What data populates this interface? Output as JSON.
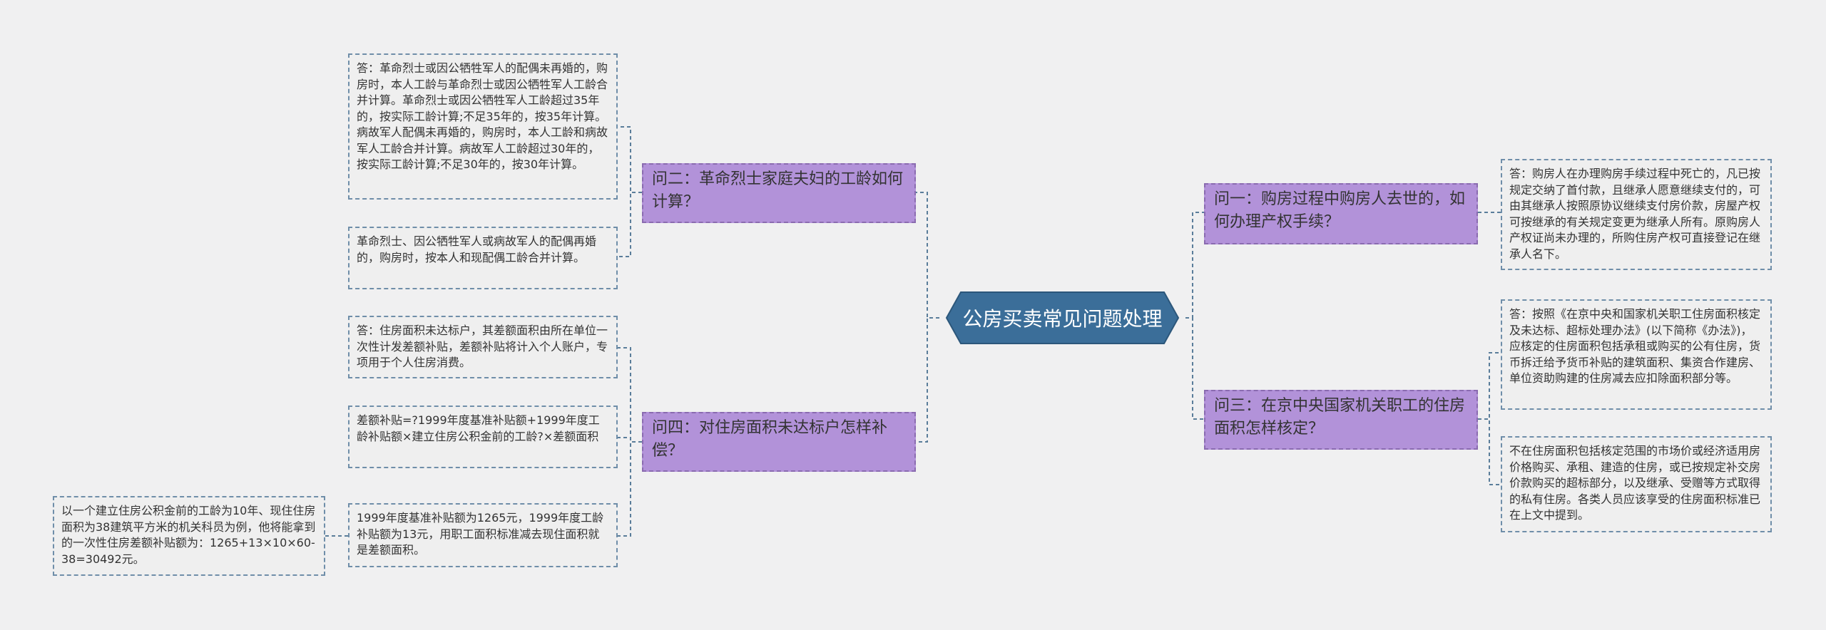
{
  "root": {
    "label": "公房买卖常见问题处理"
  },
  "questions": [
    {
      "id": "q1",
      "text": "问一：购房过程中购房人去世的，如何办理产权手续？"
    },
    {
      "id": "q2",
      "text": "问二：革命烈士家庭夫妇的工龄如何计算？"
    },
    {
      "id": "q3",
      "text": "问三：在京中央国家机关职工的住房面积怎样核定？"
    },
    {
      "id": "q4",
      "text": "问四：对住房面积未达标户怎样补偿？"
    }
  ],
  "answers": [
    {
      "id": "a1",
      "text": "答：购房人在办理购房手续过程中死亡的，凡已按规定交纳了首付款，且继承人愿意继续支付的，可由其继承人按照原协议继续支付房价款，房屋产权可按继承的有关规定变更为继承人所有。原购房人产权证尚未办理的，所购住房产权可直接登记在继承人名下。"
    },
    {
      "id": "a2",
      "text": "答：革命烈士或因公牺牲军人的配偶未再婚的，购房时，本人工龄与革命烈士或因公牺牲军人工龄合并计算。革命烈士或因公牺牲军人工龄超过35年的，按实际工龄计算;不足35年的，按35年计算。病故军人配偶未再婚的，购房时，本人工龄和病故军人工龄合并计算。病故军人工龄超过30年的，按实际工龄计算;不足30年的，按30年计算。"
    },
    {
      "id": "a3",
      "text": "革命烈士、因公牺牲军人或病故军人的配偶再婚的，购房时，按本人和现配偶工龄合并计算。"
    },
    {
      "id": "a4",
      "text": "答：按照《在京中央和国家机关职工住房面积核定及未达标、超标处理办法》(以下简称《办法》)，应核定的住房面积包括承租或购买的公有住房，货币拆迁给予货币补贴的建筑面积、集资合作建房、单位资助购建的住房减去应扣除面积部分等。"
    },
    {
      "id": "a5",
      "text": "不在住房面积包括核定范围的市场价或经济适用房价格购买、承租、建造的住房，或已按规定补交房价款购买的超标部分，以及继承、受赠等方式取得的私有住房。各类人员应该享受的住房面积标准已在上文中提到。"
    },
    {
      "id": "a6",
      "text": "答：住房面积未达标户，其差额面积由所在单位一次性计发差额补贴，差额补贴将计入个人账户，专项用于个人住房消费。"
    },
    {
      "id": "a7",
      "text": "差额补贴=?1999年度基准补贴额+1999年度工龄补贴额×建立住房公积金前的工龄?×差额面积"
    },
    {
      "id": "a8",
      "text": "1999年度基准补贴额为1265元，1999年度工龄补贴额为13元，用职工面积标准减去现住面积就是差额面积。"
    },
    {
      "id": "a9",
      "text": "以一个建立住房公积金前的工龄为10年、现住住房面积为38建筑平方米的机关科员为例，他将能拿到的一次性住房差额补贴额为：1265+13×10×60-38=30492元。"
    }
  ],
  "colors": {
    "root": "#3b6e99",
    "question": "#b292d9",
    "line": "#5a7d9a"
  }
}
